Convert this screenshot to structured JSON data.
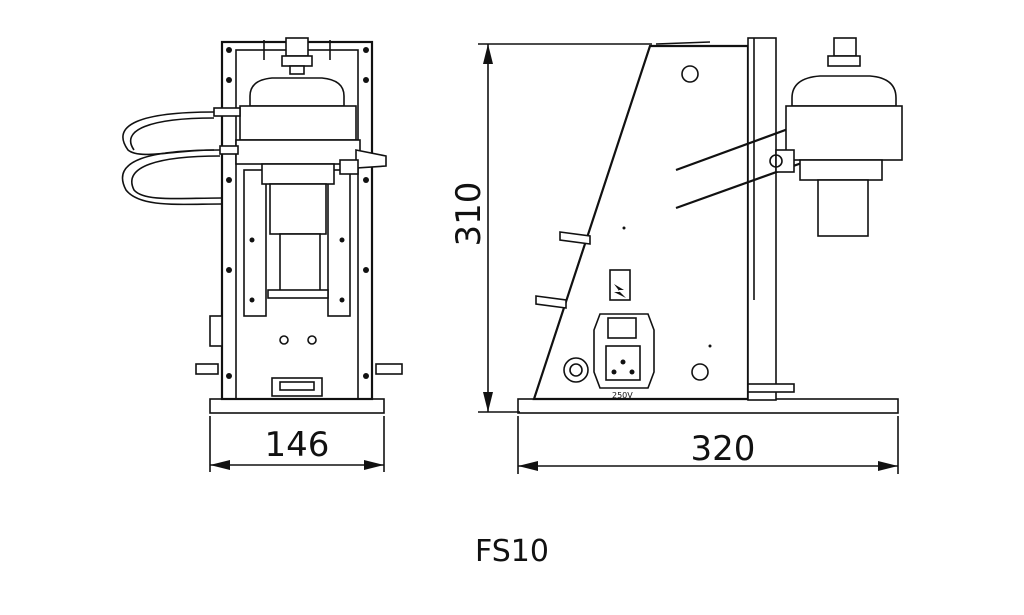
{
  "dimensions": {
    "front_width": "146",
    "side_width": "320",
    "height": "310"
  },
  "model": "FS10",
  "labels": {
    "fuse_rating": "250V"
  }
}
